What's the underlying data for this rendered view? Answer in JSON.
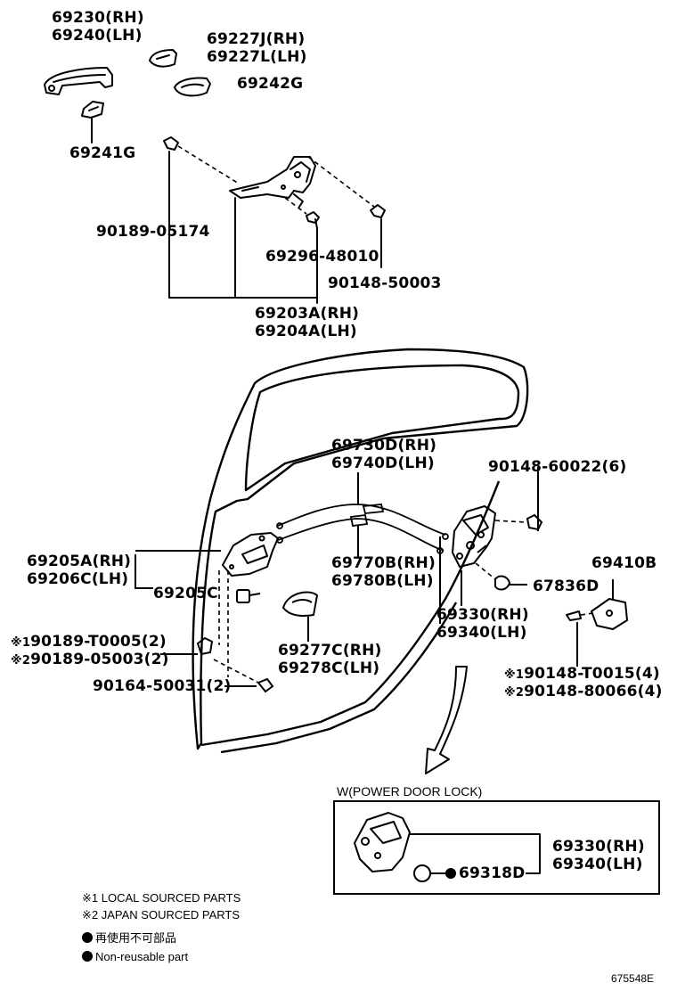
{
  "parts": {
    "p69230": "69230(RH)",
    "p69240": "69240(LH)",
    "p69227j": "69227J(RH)",
    "p69227l": "69227L(LH)",
    "p69242g": "69242G",
    "p69241g": "69241G",
    "p90189_05174": "90189-05174",
    "p69296": "69296-48010",
    "p90148_50003": "90148-50003",
    "p69203a": "69203A(RH)",
    "p69204a": "69204A(LH)",
    "p69730d": "69730D(RH)",
    "p69740d": "69740D(LH)",
    "p90148_60022": "90148-60022(6)",
    "p69205a": "69205A(RH)",
    "p69206c": "69206C(LH)",
    "p69205c": "69205C",
    "p69770b": "69770B(RH)",
    "p69780b": "69780B(LH)",
    "p69410b": "69410B",
    "p67836d": "67836D",
    "p69330": "69330(RH)",
    "p69340": "69340(LH)",
    "p90189_t0005": "90189-T0005(2)",
    "p90189_05003": "90189-05003(2)",
    "p90164": "90164-50031(2)",
    "p69277c": "69277C(RH)",
    "p69278c": "69278C(LH)",
    "p90148_t0015": "90148-T0015(4)",
    "p90148_80066": "90148-80066(4)",
    "mark1": "※1",
    "mark2": "※2"
  },
  "inset": {
    "title": "W(POWER DOOR LOCK)",
    "p69330": "69330(RH)",
    "p69340": "69340(LH)",
    "p69318d": "69318D"
  },
  "legend": {
    "local": "※1  LOCAL SOURCED PARTS",
    "japan": "※2  JAPAN SOURCED PARTS",
    "nonreuse_jp": "再使用不可部品",
    "nonreuse_en": "Non-reusable part"
  },
  "figure_id": "675548E"
}
